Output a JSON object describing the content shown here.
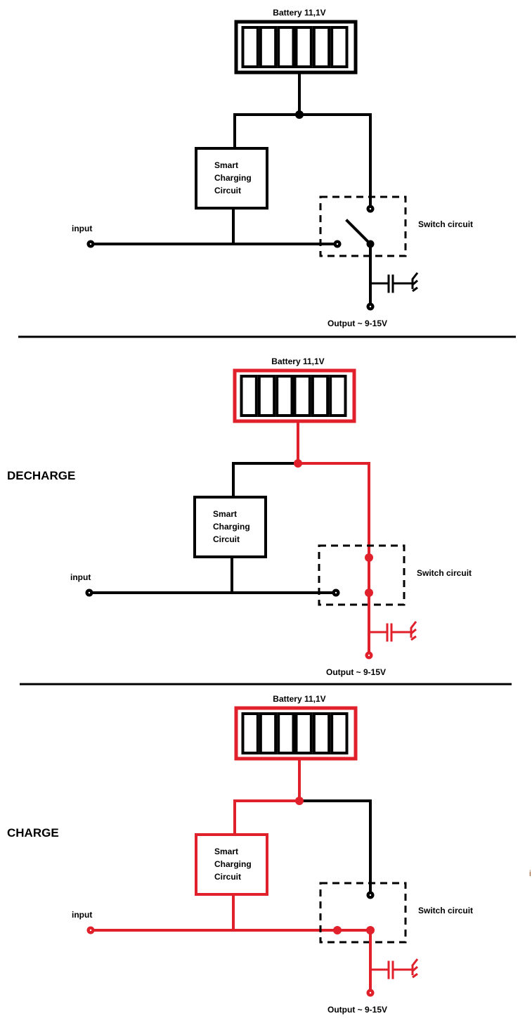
{
  "colors": {
    "wire": "#000000",
    "active": "#e0202a",
    "background": "#ffffff",
    "stray_mark": "#8b4513"
  },
  "labels": {
    "battery": "Battery  11,1V",
    "charger_line1": "Smart",
    "charger_line2": "Charging",
    "charger_line3": "Circuit",
    "input": "input",
    "switch": "Switch circuit",
    "output": "Output ~ 9-15V",
    "stray": "i"
  },
  "panels": [
    {
      "name": "idle",
      "mode_label": "",
      "switch_state": "open",
      "active": {
        "battery": false,
        "battery_lead": false,
        "left_branch": false,
        "right_branch": false,
        "charger": false,
        "input_line": false,
        "output_line": false
      }
    },
    {
      "name": "decharge",
      "mode_label": "DECHARGE",
      "switch_state": "battery-to-output",
      "active": {
        "battery": true,
        "battery_lead": true,
        "left_branch": false,
        "right_branch": true,
        "charger": false,
        "input_line": false,
        "output_line": true
      }
    },
    {
      "name": "charge",
      "mode_label": "CHARGE",
      "switch_state": "input-to-output",
      "active": {
        "battery": true,
        "battery_lead": true,
        "left_branch": true,
        "right_branch": false,
        "charger": true,
        "input_line": true,
        "output_line": true
      }
    }
  ],
  "battery_cells": 6
}
